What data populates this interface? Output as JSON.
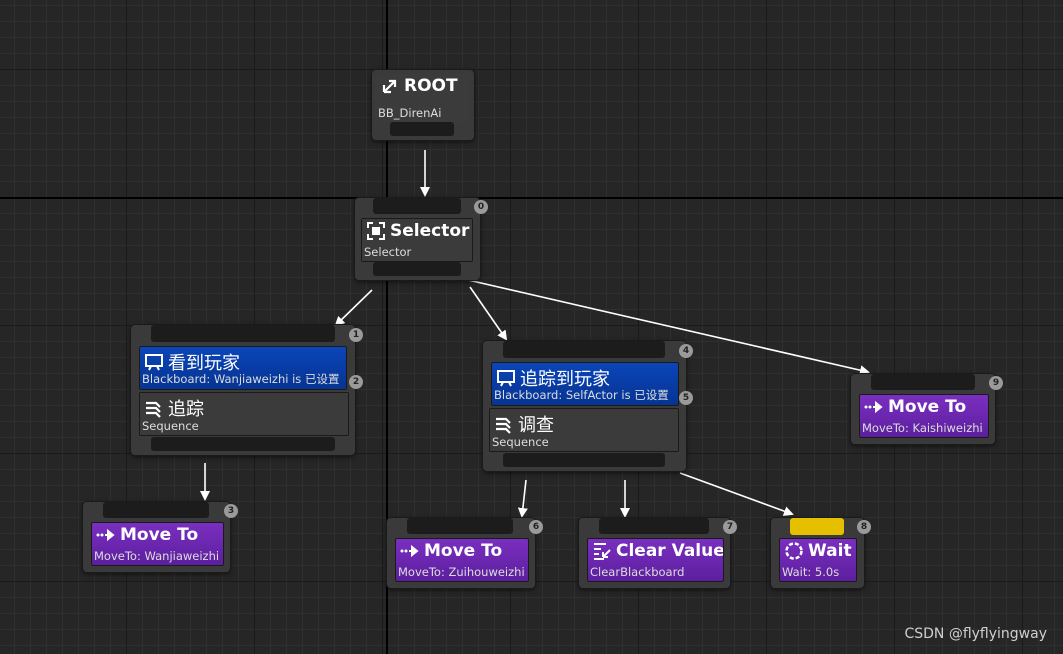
{
  "root": {
    "title": "ROOT",
    "subtitle": "BB_DirenAi"
  },
  "selector": {
    "title": "Selector",
    "subtitle": "Selector",
    "index": "0"
  },
  "chase_node": {
    "index": "1",
    "decorator": {
      "title": "看到玩家",
      "subtitle": "Blackboard: Wanjiaweizhi is 已设置",
      "index": "2"
    },
    "composite": {
      "title": "追踪",
      "subtitle": "Sequence"
    }
  },
  "investigate_node": {
    "index": "4",
    "decorator": {
      "title": "追踪到玩家",
      "subtitle": "Blackboard: SelfActor is 已设置",
      "index": "5"
    },
    "composite": {
      "title": "调查",
      "subtitle": "Sequence"
    }
  },
  "moveto_3": {
    "title": "Move To",
    "subtitle": "MoveTo: Wanjiaweizhi",
    "index": "3"
  },
  "moveto_6": {
    "title": "Move To",
    "subtitle": "MoveTo: Zuihouweizhi",
    "index": "6"
  },
  "clear_7": {
    "title": "Clear Value",
    "subtitle": "ClearBlackboard",
    "index": "7"
  },
  "wait_8": {
    "title": "Wait",
    "subtitle": "Wait: 5.0s",
    "index": "8"
  },
  "moveto_9": {
    "title": "Move To",
    "subtitle": "MoveTo: Kaishiweizhi",
    "index": "9"
  },
  "icons": [
    "root-icon",
    "selector-icon",
    "blackboard-decorator-icon",
    "sequence-icon",
    "move-to-icon",
    "clear-value-icon",
    "wait-icon"
  ],
  "colors": {
    "task": "#6a28b0",
    "decorator": "#0a3ea8",
    "active_pin": "#e6c000"
  },
  "watermark": "CSDN @flyflyingway"
}
